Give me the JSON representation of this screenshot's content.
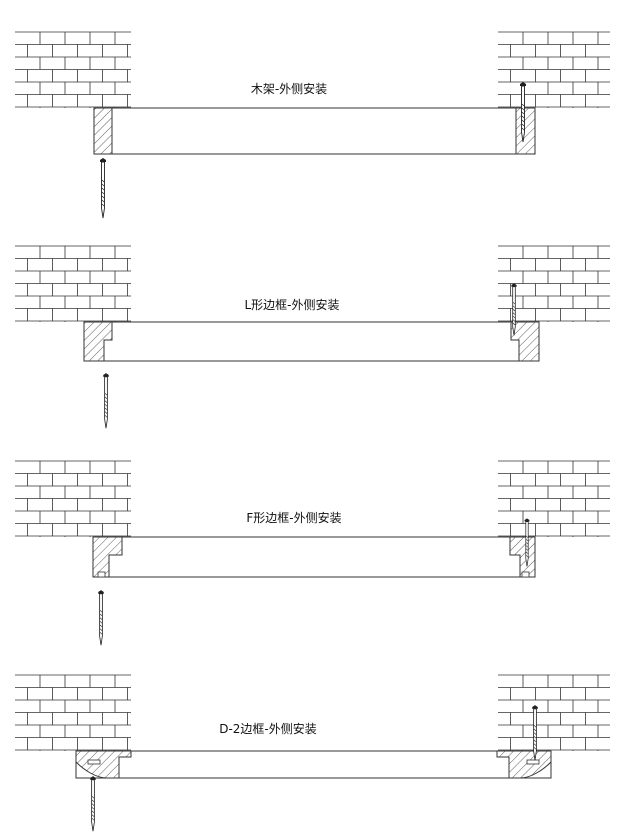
{
  "diagrams": [
    {
      "id": "wood-frame",
      "label": "木架-外侧安装"
    },
    {
      "id": "l-frame",
      "label": "L形边框-外侧安装"
    },
    {
      "id": "f-frame",
      "label": "F形边框-外侧安装"
    },
    {
      "id": "d2-frame",
      "label": "D-2边框-外侧安装"
    }
  ],
  "colors": {
    "line": "#333333",
    "background": "#ffffff"
  }
}
